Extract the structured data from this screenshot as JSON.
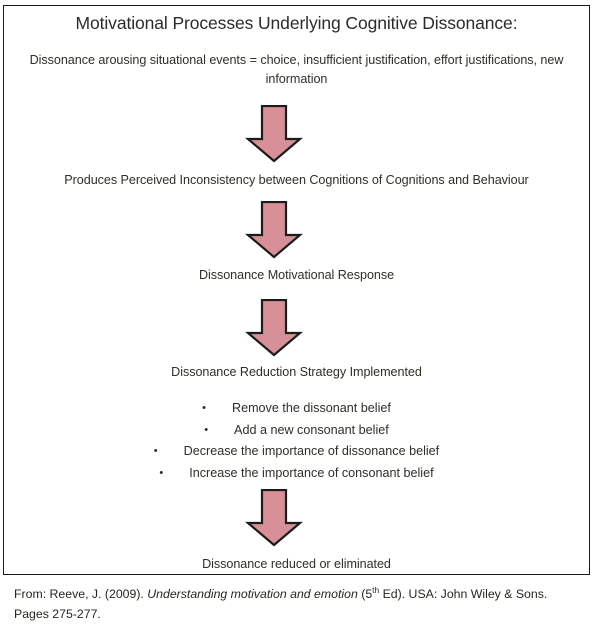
{
  "diagram": {
    "title": "Motivational Processes Underlying Cognitive Dissonance:",
    "steps": {
      "lead": "Dissonance arousing situational events = choice, insufficient justification, effort justifications, new information",
      "step2": "Produces Perceived Inconsistency between Cognitions of Cognitions and Behaviour",
      "step3": "Dissonance Motivational Response",
      "step4": "Dissonance Reduction Strategy Implemented",
      "step5": "Dissonance reduced or eliminated"
    },
    "bullets": [
      "Remove the dissonant belief",
      "Add a new consonant belief",
      "Decrease the importance of dissonance belief",
      "Increase the importance of consonant belief"
    ],
    "bullet_glyph": "•",
    "arrows": [
      {
        "name": "arrow-lead-to-step2",
        "direction": "down"
      },
      {
        "name": "arrow-step2-to-step3",
        "direction": "down"
      },
      {
        "name": "arrow-step3-to-step4",
        "direction": "down"
      },
      {
        "name": "arrow-step4-to-step5",
        "direction": "down"
      }
    ],
    "colors": {
      "arrow_fill": "#d79097",
      "arrow_stroke": "#1c1c1c",
      "border": "#1a1a1a",
      "text": "#2f2f28",
      "title_text": "#2b2b2b"
    }
  },
  "citation": {
    "prefix": "From: Reeve, J. (2009). ",
    "work_title": "Understanding motivation and emotion",
    "edition_prefix": " (5",
    "edition_sup": "th",
    "edition_suffix": " Ed). USA: John Wiley & Sons.",
    "pages": "Pages 275-277."
  }
}
